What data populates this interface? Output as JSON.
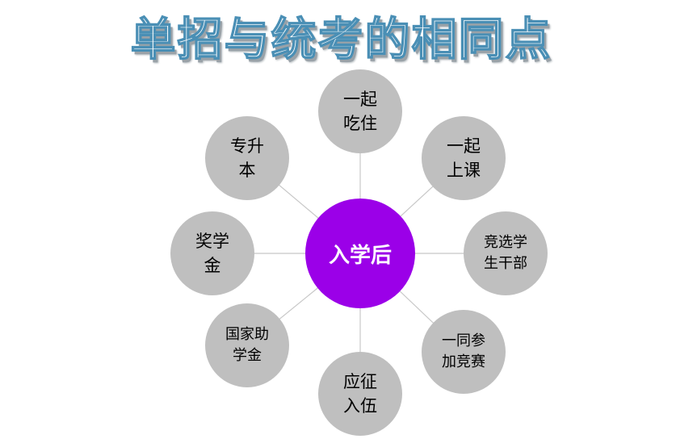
{
  "title": "单招与统考的相同点",
  "center": {
    "label": "入学后",
    "color": "#9b00e8"
  },
  "nodes": [
    {
      "label": "一起\n吃住"
    },
    {
      "label": "一起\n上课"
    },
    {
      "label": "竞选学\n生干部"
    },
    {
      "label": "一同参\n加竞赛"
    },
    {
      "label": "应征\n入伍"
    },
    {
      "label": "国家助\n学金"
    },
    {
      "label": "奖学\n金"
    },
    {
      "label": "专升\n本"
    }
  ],
  "colors": {
    "node_fill": "#bfbfbf",
    "connector": "#c8c8c8",
    "title_outline": "#4a8fb5"
  }
}
